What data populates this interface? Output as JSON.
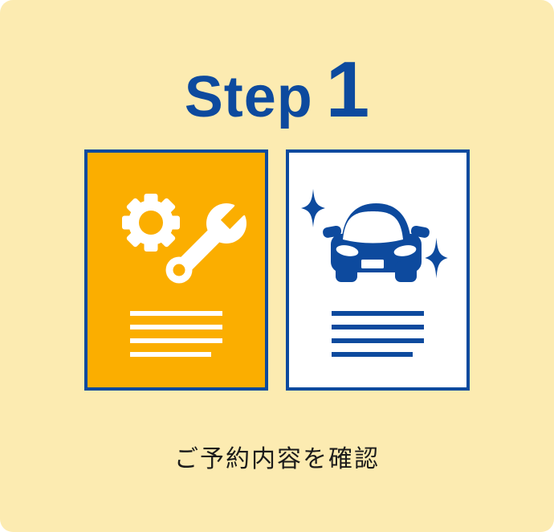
{
  "title": {
    "label": "Step",
    "number": "1"
  },
  "caption": "ご予約内容を確認",
  "cards": [
    {
      "name": "service-order-sheet",
      "icon": "gear-wrench-icon",
      "background": "#FBAE00",
      "line_color": "#FFFFFF",
      "text_line_count": 4
    },
    {
      "name": "finished-car-sheet",
      "icon": "sparkling-car-icon",
      "background": "#FFFFFF",
      "line_color": "#0D4A9E",
      "text_line_count": 4
    }
  ],
  "colors": {
    "panel_background": "#FCEBB1",
    "accent_blue": "#0D4A9E",
    "accent_orange": "#FBAE00",
    "caption_text": "#1B1B1B",
    "card_white": "#FFFFFF"
  }
}
